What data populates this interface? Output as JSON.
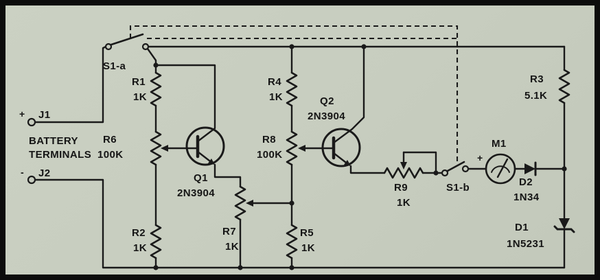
{
  "colors": {
    "background": "#c7cdbf",
    "ink": "#1a1a1a",
    "border": "#0c0c0c"
  },
  "battery": {
    "caption_line1": "BATTERY",
    "caption_line2": "TERMINALS",
    "j1": {
      "label": "J1",
      "polarity": "+"
    },
    "j2": {
      "label": "J2",
      "polarity": "-"
    }
  },
  "switches": {
    "s1a": {
      "label": "S1-a"
    },
    "s1b": {
      "label": "S1-b"
    }
  },
  "resistors": {
    "r1": {
      "ref": "R1",
      "value": "1K"
    },
    "r2": {
      "ref": "R2",
      "value": "1K"
    },
    "r3": {
      "ref": "R3",
      "value": "5.1K"
    },
    "r4": {
      "ref": "R4",
      "value": "1K"
    },
    "r5": {
      "ref": "R5",
      "value": "1K"
    },
    "r6": {
      "ref": "R6",
      "value": "100K"
    },
    "r7": {
      "ref": "R7",
      "value": "1K"
    },
    "r8": {
      "ref": "R8",
      "value": "100K"
    },
    "r9": {
      "ref": "R9",
      "value": "1K"
    }
  },
  "transistors": {
    "q1": {
      "ref": "Q1",
      "part": "2N3904"
    },
    "q2": {
      "ref": "Q2",
      "part": "2N3904"
    }
  },
  "meter": {
    "ref": "M1",
    "polarity": "+"
  },
  "diodes": {
    "d1": {
      "ref": "D1",
      "part": "1N5231"
    },
    "d2": {
      "ref": "D2",
      "part": "1N34"
    }
  }
}
